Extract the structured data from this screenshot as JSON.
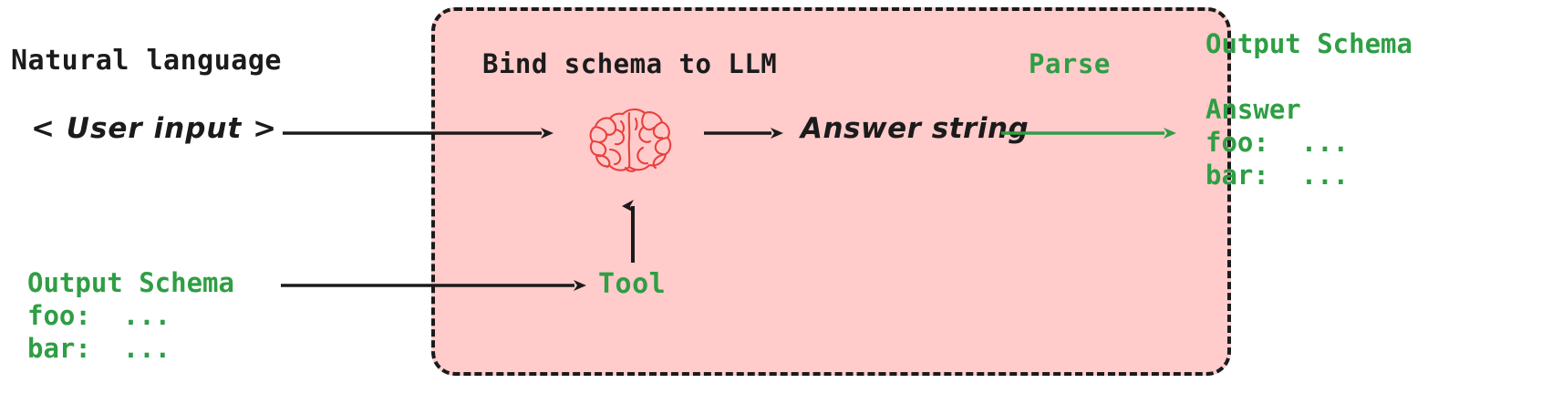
{
  "diagram": {
    "title_hidden": "",
    "colors": {
      "panel_fill": "#ffcbcb",
      "panel_border": "#1b1b1b",
      "accent_green": "#2f9e44",
      "brain_red": "#e8413c",
      "text_black": "#1b1b1b",
      "background": "#ffffff"
    }
  },
  "left": {
    "natural_language_label": "Natural language",
    "user_input_label": "< User input >",
    "input_schema": "Output Schema\nfoo:  ...\nbar:  ..."
  },
  "center": {
    "bind_schema_label": "Bind schema to LLM",
    "parse_label": "Parse",
    "answer_string_label": "Answer string",
    "tool_label": "Tool",
    "brain_icon_name": "brain-icon"
  },
  "right": {
    "output_schema": "Output Schema\n\nAnswer\nfoo:  ...\nbar:  ..."
  },
  "arrows": [
    {
      "name": "arrow-user-input-to-llm",
      "color": "#1b1b1b"
    },
    {
      "name": "arrow-llm-to-answer-string",
      "color": "#1b1b1b"
    },
    {
      "name": "arrow-answer-string-to-output-schema",
      "color": "#2f9e44"
    },
    {
      "name": "arrow-input-schema-to-tool",
      "color": "#1b1b1b"
    },
    {
      "name": "arrow-tool-to-llm",
      "color": "#1b1b1b"
    }
  ]
}
